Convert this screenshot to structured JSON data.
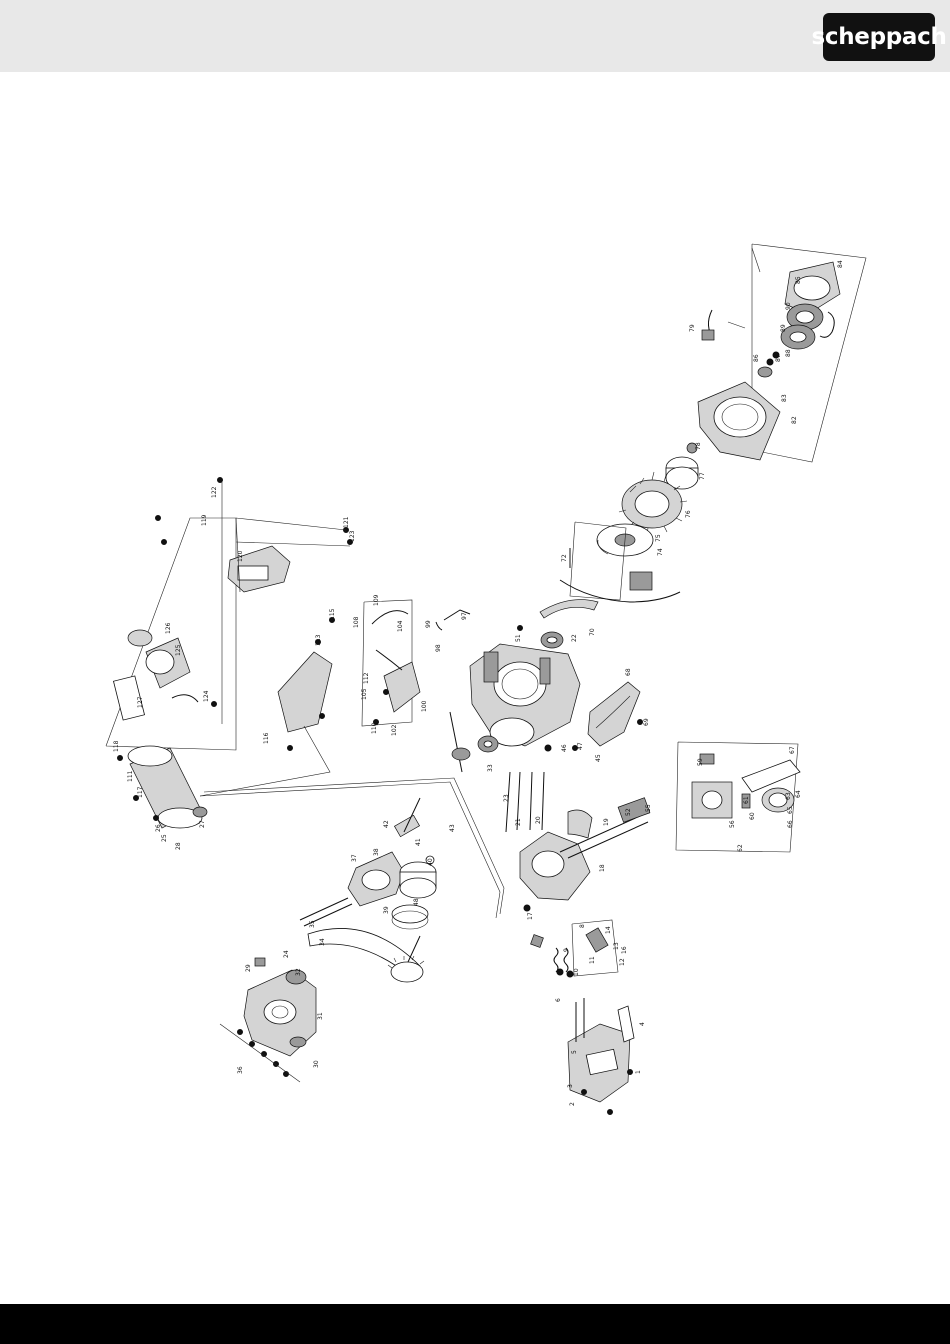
{
  "header": {
    "logo_text": "scheppach"
  },
  "diagram": {
    "part_labels": [
      {
        "id": "l1",
        "text": "84"
      },
      {
        "id": "l2",
        "text": "85"
      },
      {
        "id": "l3",
        "text": "90"
      },
      {
        "id": "l4",
        "text": "89"
      },
      {
        "id": "l5",
        "text": "87"
      },
      {
        "id": "l6",
        "text": "88"
      },
      {
        "id": "l7",
        "text": "86"
      },
      {
        "id": "l8",
        "text": "82"
      },
      {
        "id": "l9",
        "text": "83"
      },
      {
        "id": "l10",
        "text": "79"
      },
      {
        "id": "l11",
        "text": "78"
      },
      {
        "id": "l12",
        "text": "77"
      },
      {
        "id": "l13",
        "text": "76"
      },
      {
        "id": "l14",
        "text": "75"
      },
      {
        "id": "l15",
        "text": "74"
      },
      {
        "id": "l16",
        "text": "72"
      },
      {
        "id": "l17",
        "text": "70"
      },
      {
        "id": "l18",
        "text": "22"
      },
      {
        "id": "l19",
        "text": "68"
      },
      {
        "id": "l20",
        "text": "69"
      },
      {
        "id": "l21",
        "text": "97"
      },
      {
        "id": "l22",
        "text": "99"
      },
      {
        "id": "l23",
        "text": "98"
      },
      {
        "id": "l24",
        "text": "100"
      },
      {
        "id": "l25",
        "text": "104"
      },
      {
        "id": "l26",
        "text": "108"
      },
      {
        "id": "l27",
        "text": "109"
      },
      {
        "id": "l28",
        "text": "115"
      },
      {
        "id": "l29",
        "text": "113"
      },
      {
        "id": "l30",
        "text": "116"
      },
      {
        "id": "l31",
        "text": "118"
      },
      {
        "id": "l32",
        "text": "119"
      },
      {
        "id": "l33",
        "text": "120"
      },
      {
        "id": "l34",
        "text": "121"
      },
      {
        "id": "l35",
        "text": "122"
      },
      {
        "id": "l36",
        "text": "123"
      },
      {
        "id": "l37",
        "text": "124"
      },
      {
        "id": "l38",
        "text": "125"
      },
      {
        "id": "l39",
        "text": "126"
      },
      {
        "id": "l40",
        "text": "127"
      },
      {
        "id": "l41",
        "text": "117"
      },
      {
        "id": "l42",
        "text": "111"
      },
      {
        "id": "l43",
        "text": "26"
      },
      {
        "id": "l44",
        "text": "25"
      },
      {
        "id": "l45",
        "text": "27"
      },
      {
        "id": "l46",
        "text": "28"
      },
      {
        "id": "l47",
        "text": "33"
      },
      {
        "id": "l48",
        "text": "43"
      },
      {
        "id": "l49",
        "text": "42"
      },
      {
        "id": "l50",
        "text": "37"
      },
      {
        "id": "l51",
        "text": "38"
      },
      {
        "id": "l52",
        "text": "40"
      },
      {
        "id": "l53",
        "text": "39"
      },
      {
        "id": "l54",
        "text": "35"
      },
      {
        "id": "l55",
        "text": "34"
      },
      {
        "id": "l56",
        "text": "32"
      },
      {
        "id": "l57",
        "text": "31"
      },
      {
        "id": "l58",
        "text": "30"
      },
      {
        "id": "l59",
        "text": "29"
      },
      {
        "id": "l60",
        "text": "36"
      },
      {
        "id": "l61",
        "text": "19"
      },
      {
        "id": "l62",
        "text": "18"
      },
      {
        "id": "l63",
        "text": "17"
      },
      {
        "id": "l64",
        "text": "16"
      },
      {
        "id": "l65",
        "text": "14"
      },
      {
        "id": "l66",
        "text": "13"
      },
      {
        "id": "l67",
        "text": "12"
      },
      {
        "id": "l68",
        "text": "11"
      },
      {
        "id": "l69",
        "text": "10"
      },
      {
        "id": "l70",
        "text": "9"
      },
      {
        "id": "l71",
        "text": "8"
      },
      {
        "id": "l72",
        "text": "6"
      },
      {
        "id": "l73",
        "text": "5"
      },
      {
        "id": "l74",
        "text": "4"
      },
      {
        "id": "l75",
        "text": "3"
      },
      {
        "id": "l76",
        "text": "2"
      },
      {
        "id": "l77",
        "text": "1"
      },
      {
        "id": "l78",
        "text": "67"
      },
      {
        "id": "l79",
        "text": "62"
      },
      {
        "id": "l80",
        "text": "60"
      },
      {
        "id": "l81",
        "text": "61"
      },
      {
        "id": "l82",
        "text": "63"
      },
      {
        "id": "l83",
        "text": "64"
      },
      {
        "id": "l84",
        "text": "66"
      },
      {
        "id": "l85",
        "text": "59"
      },
      {
        "id": "l86",
        "text": "56"
      },
      {
        "id": "l87",
        "text": "55"
      },
      {
        "id": "l88",
        "text": "52"
      },
      {
        "id": "l89",
        "text": "51"
      },
      {
        "id": "l90",
        "text": "47"
      },
      {
        "id": "l91",
        "text": "46"
      },
      {
        "id": "l92",
        "text": "45"
      },
      {
        "id": "l93",
        "text": "23"
      },
      {
        "id": "l94",
        "text": "21"
      },
      {
        "id": "l95",
        "text": "20"
      },
      {
        "id": "l96",
        "text": "105"
      },
      {
        "id": "l97",
        "text": "110"
      },
      {
        "id": "l98",
        "text": "112"
      },
      {
        "id": "l99",
        "text": "102"
      },
      {
        "id": "l100",
        "text": "24"
      },
      {
        "id": "l101",
        "text": "65"
      },
      {
        "id": "l102",
        "text": "48"
      },
      {
        "id": "l103",
        "text": "41"
      }
    ]
  }
}
